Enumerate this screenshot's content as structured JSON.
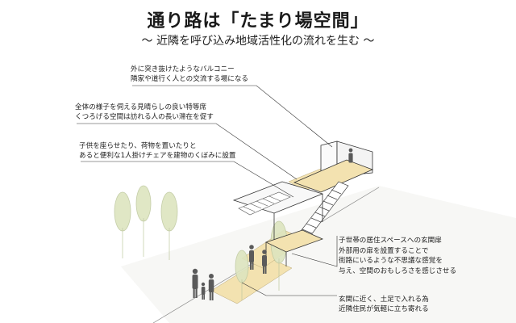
{
  "header": {
    "title": "通り路は「たまり場空間」",
    "subtitle": "～ 近隣を呼び込み地域活性化の流れを生む ～"
  },
  "annotations": [
    {
      "line1": "外に突き抜けたようなバルコニー",
      "line2": "隣家や道行く人との交流する場になる"
    },
    {
      "line1": "全体の様子を伺える見晴らしの良い特等席",
      "line2": "くつろげる空間は訪れる人の長い滞在を促す"
    },
    {
      "line1": "子供を座らせたり、荷物を置いたりと",
      "line2": "あると便利な1人掛けチェアを建物のくぼみに設置"
    },
    {
      "line1": "子世帯の居住スペースへの玄関扉",
      "line2": "外部用の扉を設置することで",
      "line3": "街路にいるような不思議な感覚を",
      "line4": "与え、空間のおもしろさを感じさせる"
    },
    {
      "line1": "玄関に近く、土足で入れる為",
      "line2": "近隣住民が気軽に立ち寄れる"
    }
  ],
  "colors": {
    "accent_floor": "#f3e2b0",
    "tree": "#d9e2b8",
    "figure": "#555555",
    "line": "#333333"
  }
}
